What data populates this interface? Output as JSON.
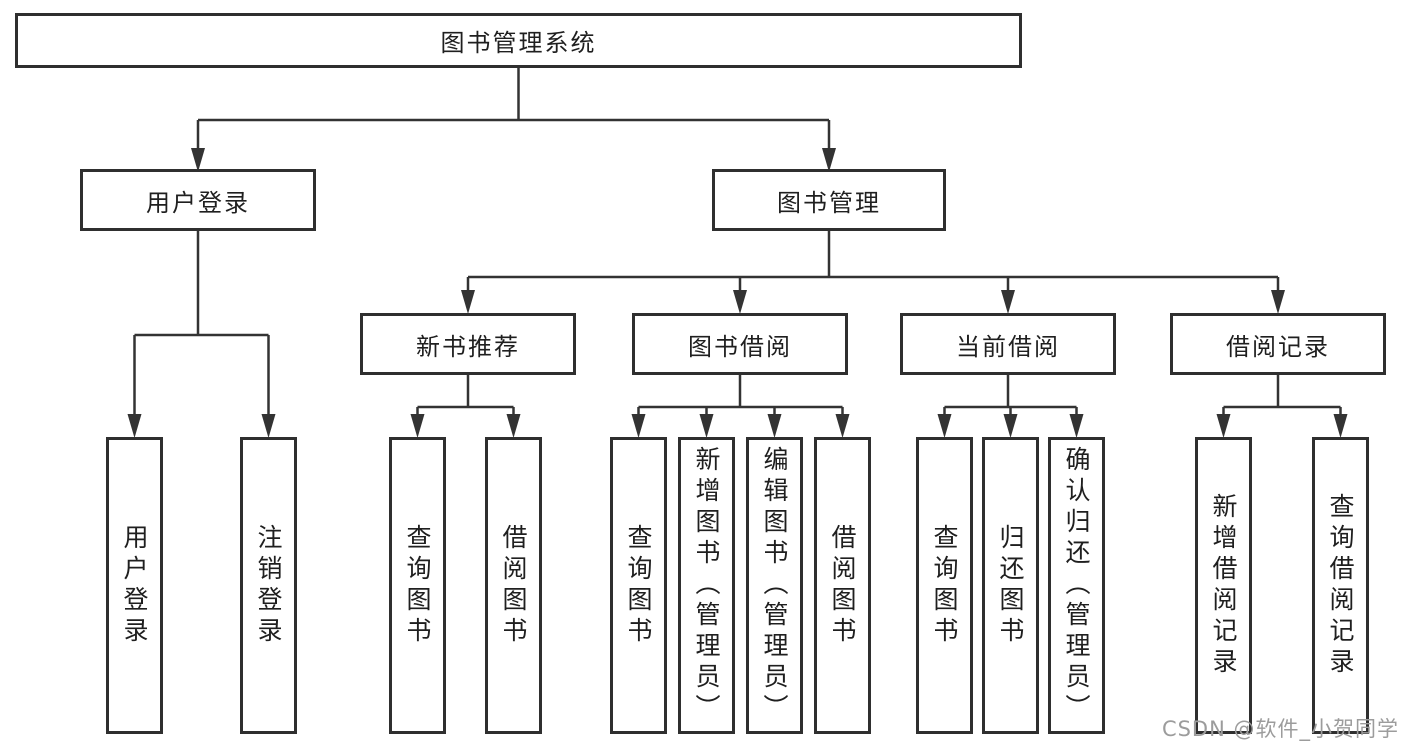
{
  "title": "图书管理系统",
  "level2": [
    "用户登录",
    "图书管理"
  ],
  "level3": [
    "新书推荐",
    "图书借阅",
    "当前借阅",
    "借阅记录"
  ],
  "leaves": {
    "user_login": [
      "用户登录",
      "注销登录"
    ],
    "new_books": [
      "查询图书",
      "借阅图书"
    ],
    "book_borrow": [
      "查询图书",
      "新增图书（管理员）",
      "编辑图书（管理员）",
      "借阅图书"
    ],
    "current_borrow": [
      "查询图书",
      "归还图书",
      "确认归还（管理员）"
    ],
    "borrow_records": [
      "新增借阅记录",
      "查询借阅记录"
    ]
  },
  "watermark": "CSDN @软件_小贺同学",
  "colors": {
    "background": "#ffffff",
    "line": "#333333",
    "box_border": "#2f2f2f",
    "text": "#1f1f1f",
    "watermark": "#9c9c9c"
  }
}
